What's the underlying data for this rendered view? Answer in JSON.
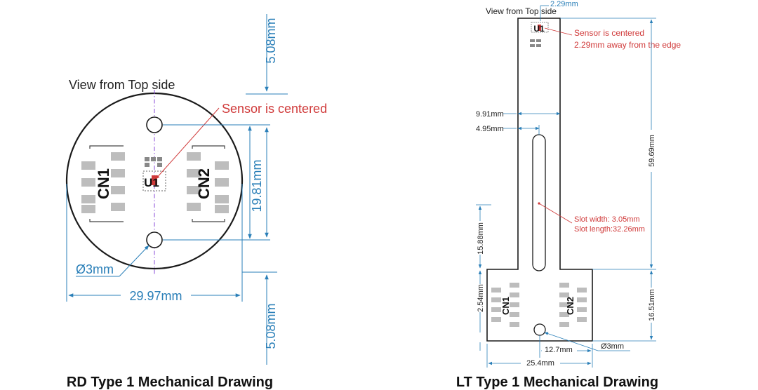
{
  "colors": {
    "dimension": "#2a7fb8",
    "outline": "#1a1a1a",
    "pad": "#bdbdbd",
    "accent": "#d03a3a",
    "center_line": "#8a4bd8"
  },
  "rd": {
    "view_label": "View from Top side",
    "sensor_note": "Sensor is centered",
    "dim_top": "5.08mm",
    "dim_mid": "19.81mm",
    "dim_bottom": "5.08mm",
    "dim_width": "29.97mm",
    "hole": "Ø3mm",
    "cn1": "CN1",
    "cn2": "CN2",
    "u1": "U1",
    "caption": "RD Type 1 Mechanical Drawing"
  },
  "lt": {
    "view_label": "View from Top side",
    "dim_edge": "2.29mm",
    "sensor_note_1": "Sensor is centered",
    "sensor_note_2": "2.29mm away from the edge",
    "dim_991": "9.91mm",
    "dim_495": "4.95mm",
    "dim_5969": "59.69mm",
    "slot_width": "Slot width: 3.05mm",
    "slot_length": "Slot length:32.26mm",
    "dim_1588": "15.88mm",
    "dim_254": "2.54mm",
    "dim_1651": "16.51mm",
    "hole": "Ø3mm",
    "dim_127": "12.7mm",
    "dim_254w": "25.4mm",
    "cn1": "CN1",
    "cn2": "CN2",
    "u1": "U1",
    "caption": "LT Type 1 Mechanical Drawing"
  }
}
